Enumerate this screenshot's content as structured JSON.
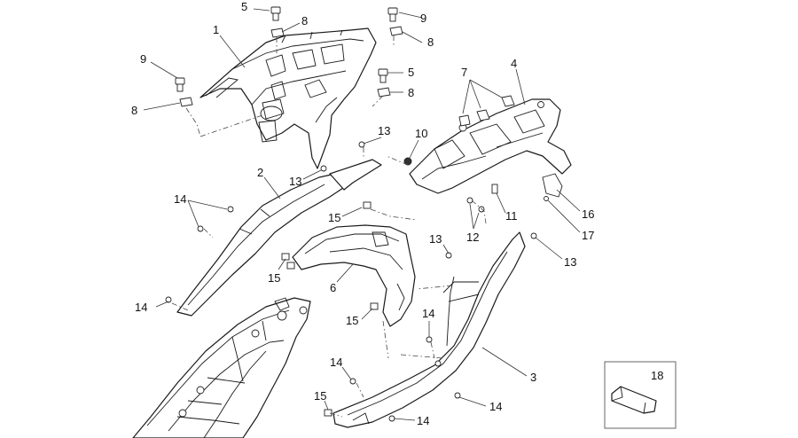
{
  "callouts": [
    {
      "id": "c5a",
      "text": "5"
    },
    {
      "id": "c8a",
      "text": "8"
    },
    {
      "id": "c9a",
      "text": "9"
    },
    {
      "id": "c8b",
      "text": "8"
    },
    {
      "id": "c1",
      "text": "1"
    },
    {
      "id": "c9b",
      "text": "9"
    },
    {
      "id": "c8c",
      "text": "8"
    },
    {
      "id": "c5b",
      "text": "5"
    },
    {
      "id": "c8d",
      "text": "8"
    },
    {
      "id": "c7",
      "text": "7"
    },
    {
      "id": "c4",
      "text": "4"
    },
    {
      "id": "c13a",
      "text": "13"
    },
    {
      "id": "c10",
      "text": "10"
    },
    {
      "id": "c2",
      "text": "2"
    },
    {
      "id": "c13b",
      "text": "13"
    },
    {
      "id": "c14a",
      "text": "14"
    },
    {
      "id": "c15a",
      "text": "15"
    },
    {
      "id": "c11",
      "text": "11"
    },
    {
      "id": "c16",
      "text": "16"
    },
    {
      "id": "c12",
      "text": "12"
    },
    {
      "id": "c17",
      "text": "17"
    },
    {
      "id": "c13c",
      "text": "13"
    },
    {
      "id": "c13d",
      "text": "13"
    },
    {
      "id": "c15b",
      "text": "15"
    },
    {
      "id": "c6",
      "text": "6"
    },
    {
      "id": "c14b",
      "text": "14"
    },
    {
      "id": "c15c",
      "text": "15"
    },
    {
      "id": "c14c",
      "text": "14"
    },
    {
      "id": "c3",
      "text": "3"
    },
    {
      "id": "c14d",
      "text": "14"
    },
    {
      "id": "c14e",
      "text": "14"
    },
    {
      "id": "c15d",
      "text": "15"
    },
    {
      "id": "c14f",
      "text": "14"
    },
    {
      "id": "c18",
      "text": "18"
    }
  ]
}
